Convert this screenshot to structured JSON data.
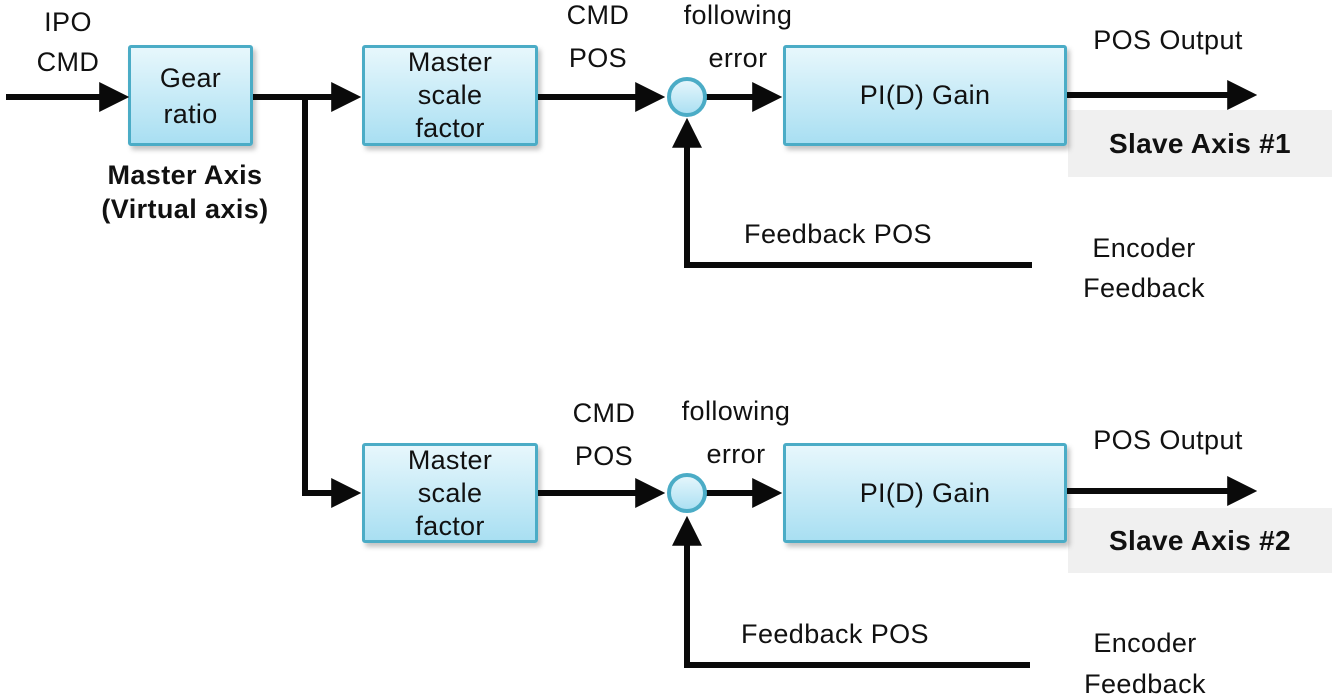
{
  "diagram": {
    "input": {
      "line1": "IPO",
      "line2": "CMD"
    },
    "gear_box": {
      "line1": "Gear",
      "line2": "ratio"
    },
    "master_axis": {
      "line1": "Master Axis",
      "line2": "(Virtual axis)"
    },
    "branches": [
      {
        "scale_box": {
          "line1": "Master",
          "line2": "scale",
          "line3": "factor"
        },
        "cmd_pos": {
          "line1": "CMD",
          "line2": "POS"
        },
        "following_error": {
          "line1": "following",
          "line2": "error"
        },
        "gain_box": "PI(D) Gain",
        "pos_output": "POS Output",
        "slave_axis": "Slave Axis #1",
        "feedback_pos": "Feedback POS",
        "encoder_feedback": {
          "line1": "Encoder",
          "line2": "Feedback"
        }
      },
      {
        "scale_box": {
          "line1": "Master",
          "line2": "scale",
          "line3": "factor"
        },
        "cmd_pos": {
          "line1": "CMD",
          "line2": "POS"
        },
        "following_error": {
          "line1": "following",
          "line2": "error"
        },
        "gain_box": "PI(D) Gain",
        "pos_output": "POS Output",
        "slave_axis": "Slave Axis #2",
        "feedback_pos": "Feedback POS",
        "encoder_feedback": {
          "line1": "Encoder",
          "line2": "Feedback"
        }
      }
    ],
    "colors": {
      "box_border": "#4BACC6",
      "box_fill_top": "#E7F7FC",
      "box_fill_bottom": "#A9DFF2",
      "label_bg": "#F0F0F0",
      "connector": "#0A0A0A",
      "text": "#111111"
    }
  }
}
